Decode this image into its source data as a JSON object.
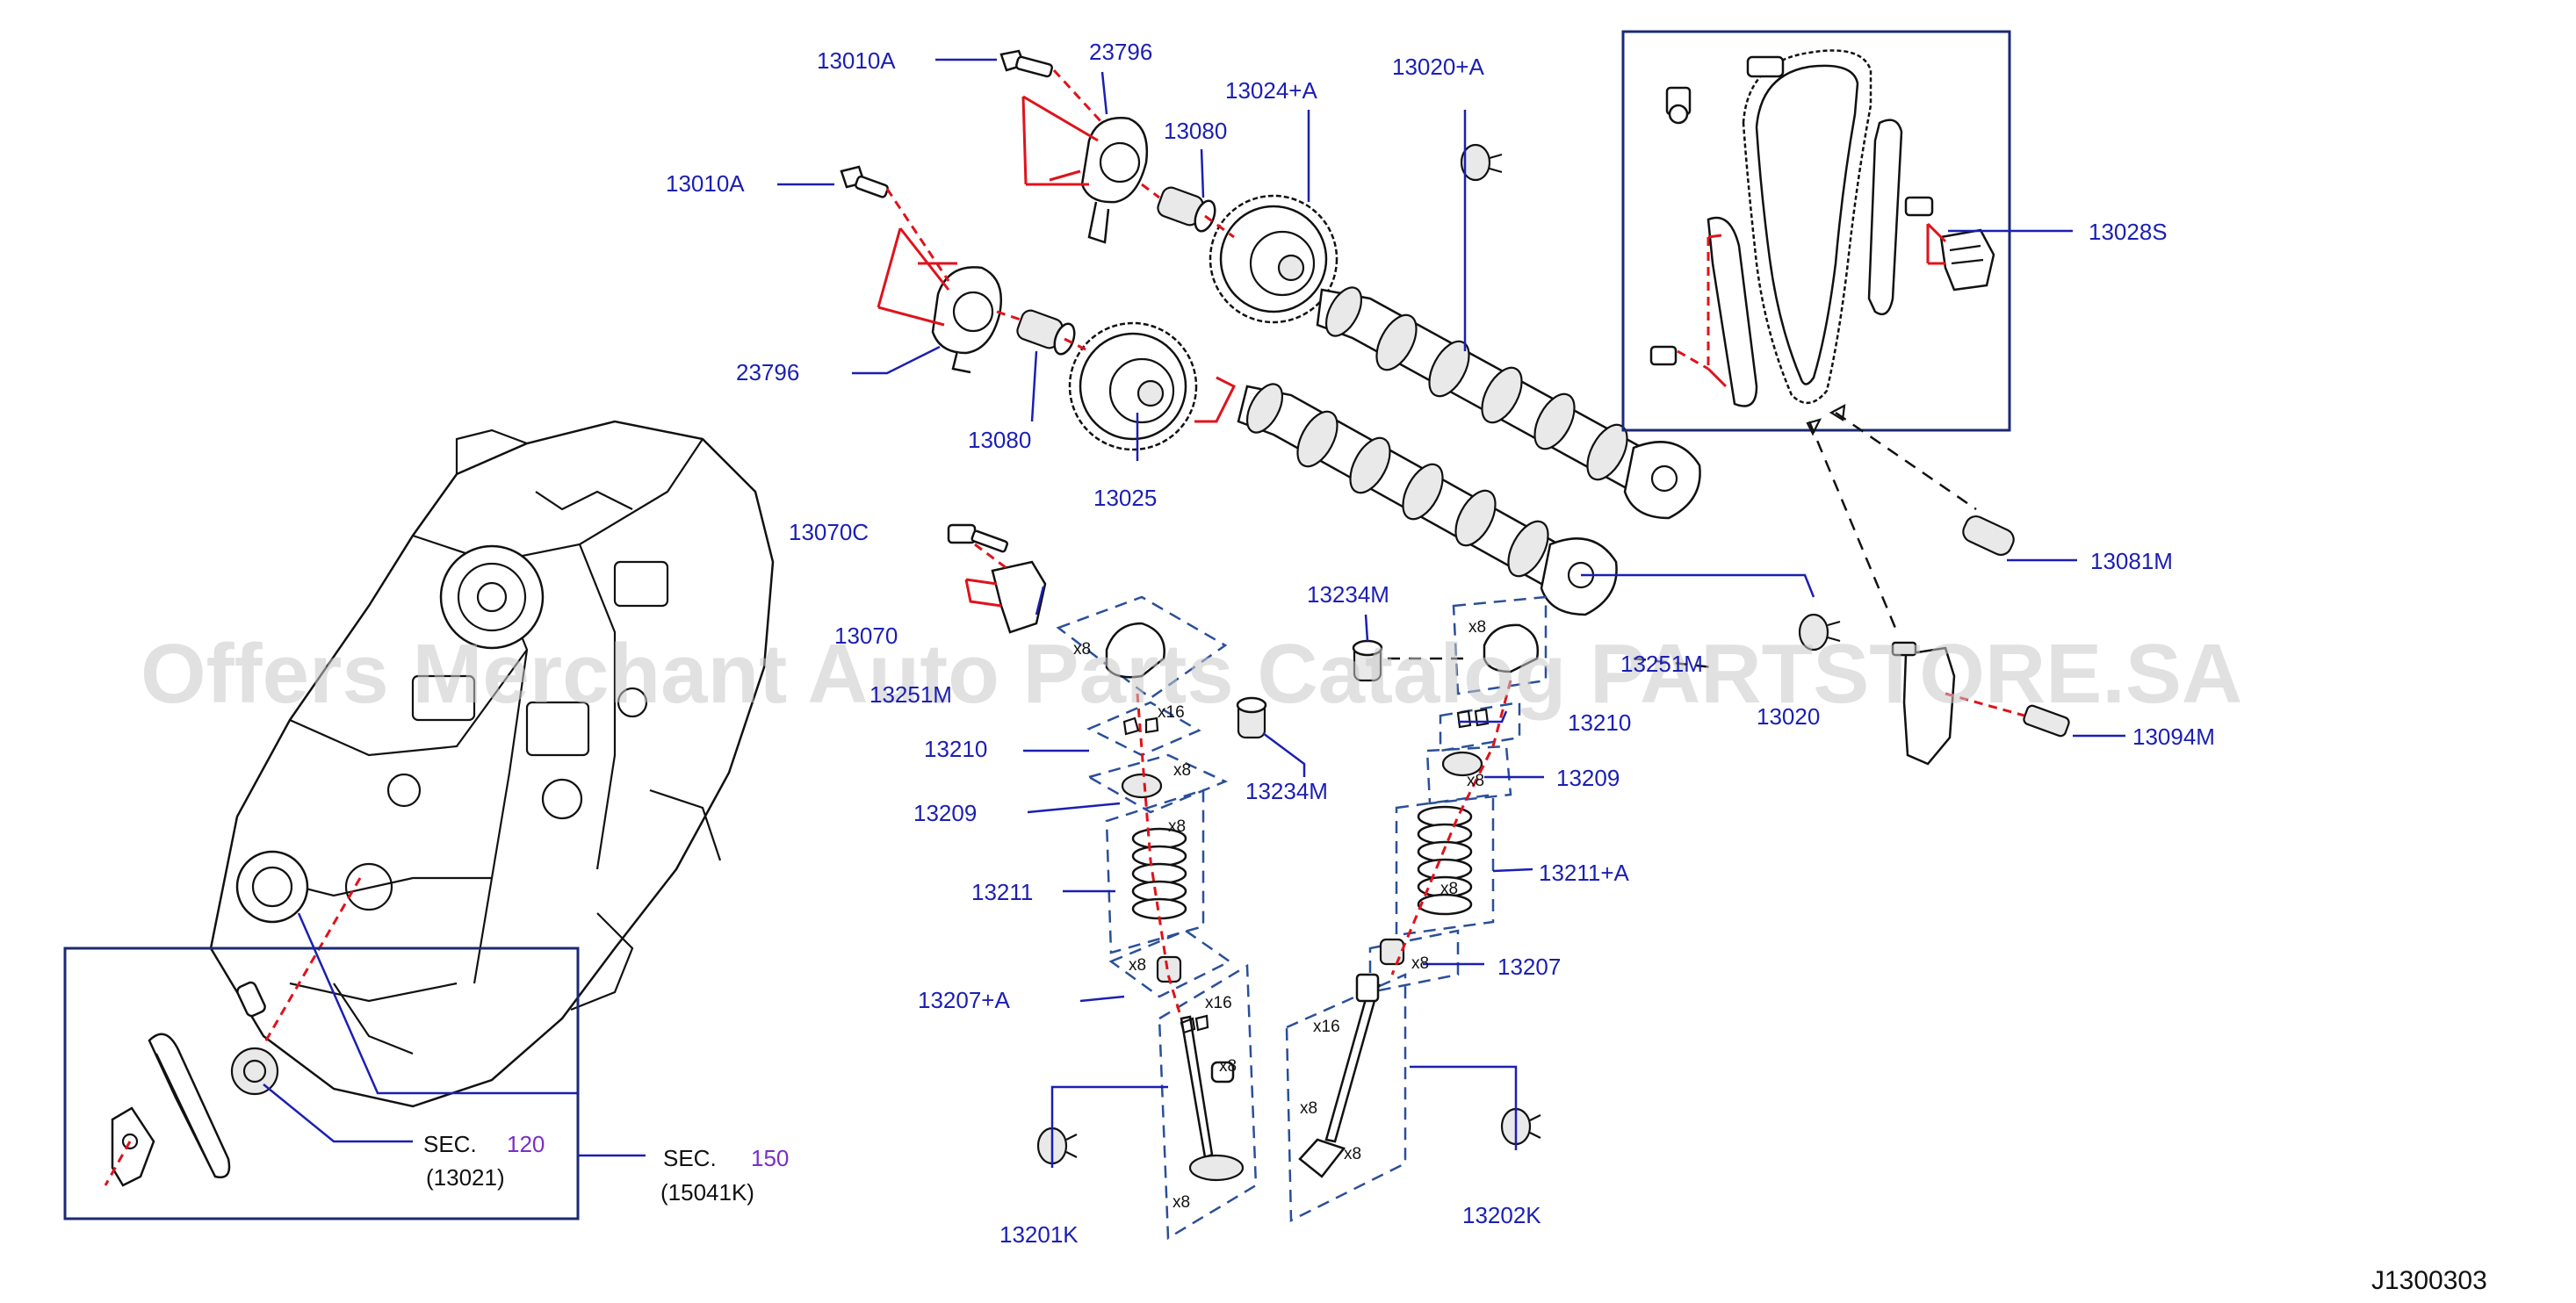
{
  "diagram": {
    "watermark": "Offers Merchant Auto Parts Catalog PARTSTORE.SA",
    "reference_code": "J1300303",
    "labels": {
      "p13010A_top": "13010A",
      "p13010A_mid": "13010A",
      "p23796_top": "23796",
      "p23796_bot": "23796",
      "p13080_top": "13080",
      "p13080_bot": "13080",
      "p13024A": "13024+A",
      "p13020A": "13020+A",
      "p13025": "13025",
      "p13028S": "13028S",
      "p13081M": "13081M",
      "p13070C": "13070C",
      "p13070": "13070",
      "p13251M_left": "13251M",
      "p13251M_right": "13251M",
      "p13234M_top": "13234M",
      "p13234M_bot": "13234M",
      "p13020": "13020",
      "p13094M": "13094M",
      "p13210_left": "13210",
      "p13210_right": "13210",
      "p13209_left": "13209",
      "p13209_right": "13209",
      "p13211": "13211",
      "p13211A": "13211+A",
      "p13207A": "13207+A",
      "p13207": "13207",
      "p13201K": "13201K",
      "p13202K": "13202K"
    },
    "sec120": {
      "prefix": "SEC.",
      "number": "120",
      "part": "(13021)"
    },
    "sec150": {
      "prefix": "SEC.",
      "number": "150",
      "part": "(15041K)"
    },
    "multipliers": {
      "m1": "x8",
      "m2": "x16",
      "m3": "x8",
      "m4": "x8",
      "m5": "x8",
      "m6": "x16",
      "m7": "x8",
      "m8": "x8",
      "m9": "x8",
      "m10": "x8",
      "m11": "x8",
      "m12": "x8",
      "m13": "x16",
      "m14": "x8",
      "m15": "x8"
    },
    "colors": {
      "label": "#1b1fb3",
      "highlight": "#e0121b",
      "box": "#1b2a73",
      "sec_number": "#7a2fc4"
    }
  }
}
